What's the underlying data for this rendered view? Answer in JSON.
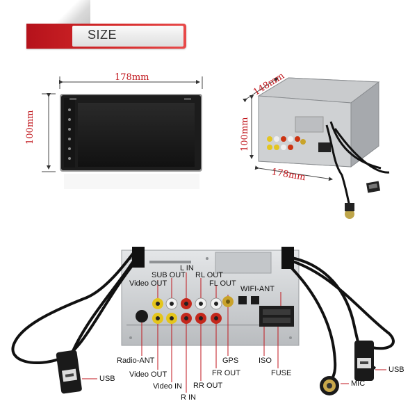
{
  "header": {
    "title": "SIZE"
  },
  "front_view": {
    "width_label": "178mm",
    "height_label": "100mm"
  },
  "rear_view": {
    "depth_label": "148mm",
    "height_label": "100mm",
    "width_label": "178mm"
  },
  "connectors": {
    "sub_out": "SUB OUT",
    "l_in": "L IN",
    "rl_out": "RL OUT",
    "video_out_top": "Video OUT",
    "fl_out": "FL OUT",
    "wifi_ant": "WIFI-ANT",
    "radio_ant": "Radio-ANT",
    "video_out_bottom": "Video OUT",
    "video_in": "Video IN",
    "r_in": "R IN",
    "rr_out": "RR OUT",
    "fr_out": "FR OUT",
    "gps": "GPS",
    "iso": "ISO",
    "fuse": "FUSE",
    "usb_left": "USB",
    "usb_right": "USB",
    "mic": "MIC"
  },
  "colors": {
    "accent": "#c0161c",
    "banner": "#d62a2a"
  }
}
